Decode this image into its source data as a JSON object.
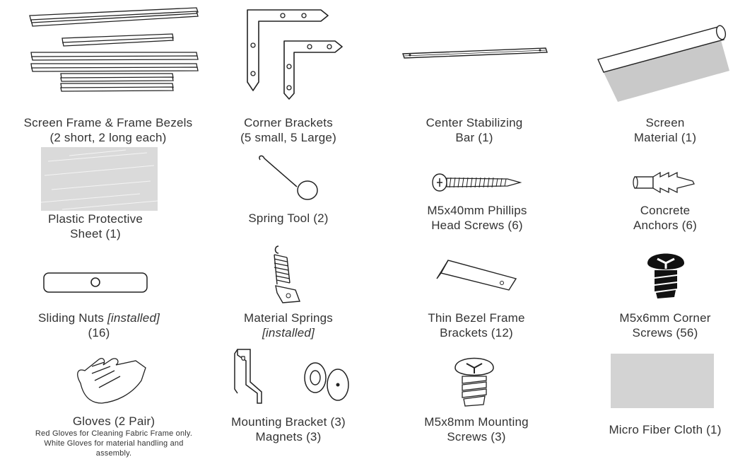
{
  "items": [
    {
      "line1": "Screen Frame & Frame Bezels",
      "line2": "(2 short, 2 long each)"
    },
    {
      "line1": "Corner Brackets",
      "line2": "(5 small, 5 Large)"
    },
    {
      "line1": "Center Stabilizing",
      "line2": "Bar (1)"
    },
    {
      "line1": "Screen",
      "line2": "Material (1)"
    },
    {
      "line1": "Plastic Protective",
      "line2": "Sheet (1)"
    },
    {
      "line1": "Spring Tool (2)"
    },
    {
      "line1": "M5x40mm Phillips",
      "line2": "Head Screws (6)"
    },
    {
      "line1": "Concrete",
      "line2": "Anchors (6)"
    },
    {
      "line1": "Sliding Nuts ",
      "line1_em": "[installed]",
      "line2": "(16)"
    },
    {
      "line1": "Material Springs",
      "line2_em": "[installed]"
    },
    {
      "line1": "Thin Bezel Frame",
      "line2": "Brackets (12)"
    },
    {
      "line1": "M5x6mm Corner",
      "line2": "Screws (56)"
    },
    {
      "line1": "Gloves (2 Pair)",
      "note1": "Red Gloves for Cleaning Fabric Frame only.",
      "note2": "White Gloves for material handling and",
      "note3": "assembly."
    },
    {
      "line1": "Mounting Bracket (3)",
      "line2": "Magnets (3)"
    },
    {
      "line1": "M5x8mm Mounting",
      "line2": "Screws (3)"
    },
    {
      "line1": "Micro Fiber Cloth (1)"
    }
  ]
}
